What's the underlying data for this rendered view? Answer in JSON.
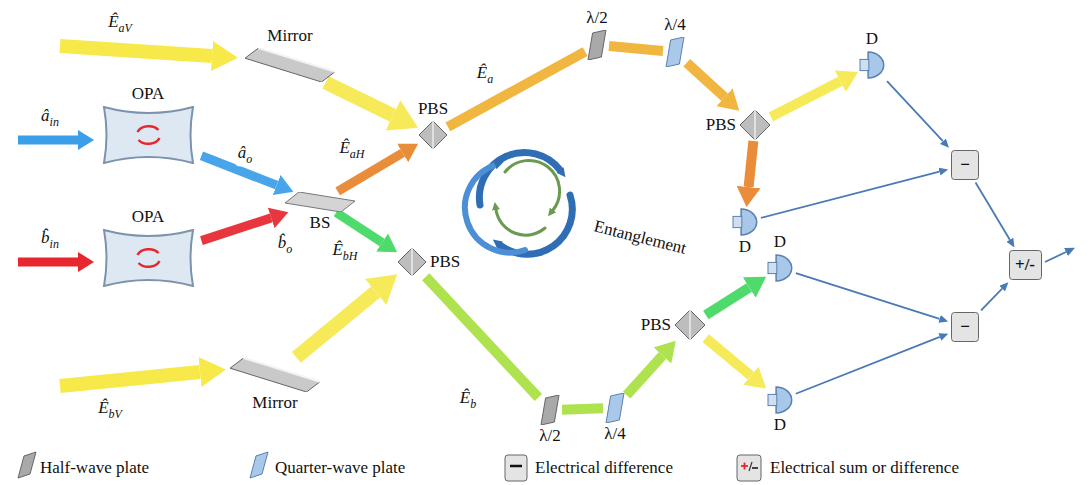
{
  "diagram": {
    "nodes": [
      {
        "text": [
          "Mirror"
        ]
      },
      {
        "text": [
          "OPA"
        ]
      },
      {
        "text": [
          "OPA"
        ]
      },
      {
        "text": [
          "BS"
        ]
      },
      {
        "text": [
          "PBS"
        ]
      },
      {
        "text": [
          "PBS"
        ]
      },
      {
        "text": [
          "Mirror"
        ]
      },
      {
        "text": [
          "λ/2"
        ]
      },
      {
        "text": [
          "λ/4"
        ]
      },
      {
        "text": [
          "PBS"
        ]
      },
      {
        "text": [
          "λ/2"
        ]
      },
      {
        "text": [
          "λ/4"
        ]
      },
      {
        "text": [
          "PBS"
        ]
      },
      {
        "text": [
          "D"
        ]
      },
      {
        "text": [
          "D"
        ]
      },
      {
        "text": [
          "D"
        ]
      },
      {
        "text": [
          "D"
        ]
      },
      {
        "text": [
          "−"
        ]
      },
      {
        "text": [
          "−"
        ]
      },
      {
        "text": [
          "+/-"
        ]
      }
    ],
    "edges": [
      {
        "from": 1,
        "to": 3,
        "arrow": "to",
        "label": "âo"
      },
      {
        "from": 2,
        "to": 3,
        "arrow": "to",
        "label": "b̂o"
      },
      {
        "from": 3,
        "to": 4,
        "arrow": "to",
        "label": "ÊaH"
      },
      {
        "from": 3,
        "to": 5,
        "arrow": "to",
        "label": "ÊbH"
      },
      {
        "from": 0,
        "to": 4,
        "arrow": "to"
      },
      {
        "from": 6,
        "to": 5,
        "arrow": "to"
      },
      {
        "from": 4,
        "to": 7,
        "arrow": "none",
        "label": "Êa"
      },
      {
        "from": 7,
        "to": 8,
        "arrow": "none"
      },
      {
        "from": 8,
        "to": 9,
        "arrow": "to"
      },
      {
        "from": 5,
        "to": 10,
        "arrow": "none",
        "label": "Êb"
      },
      {
        "from": 10,
        "to": 11,
        "arrow": "none"
      },
      {
        "from": 11,
        "to": 12,
        "arrow": "to"
      },
      {
        "from": 9,
        "to": 13,
        "arrow": "to"
      },
      {
        "from": 9,
        "to": 14,
        "arrow": "to"
      },
      {
        "from": 12,
        "to": 15,
        "arrow": "to"
      },
      {
        "from": 12,
        "to": 16,
        "arrow": "to"
      },
      {
        "from": 13,
        "to": 17,
        "arrow": "to"
      },
      {
        "from": 14,
        "to": 17,
        "arrow": "to"
      },
      {
        "from": 15,
        "to": 18,
        "arrow": "to"
      },
      {
        "from": 16,
        "to": 18,
        "arrow": "to"
      },
      {
        "from": 17,
        "to": 19,
        "arrow": "to"
      },
      {
        "from": 18,
        "to": 19,
        "arrow": "to"
      }
    ],
    "labels": [
      "ÊaV",
      "âin",
      "b̂in",
      "ÊbV",
      "Entanglement"
    ],
    "legend": [
      {
        "text": "Half-wave plate"
      },
      {
        "text": "Quarter-wave plate"
      },
      {
        "text": "Electrical difference"
      },
      {
        "text": "Electrical sum or difference"
      }
    ]
  }
}
